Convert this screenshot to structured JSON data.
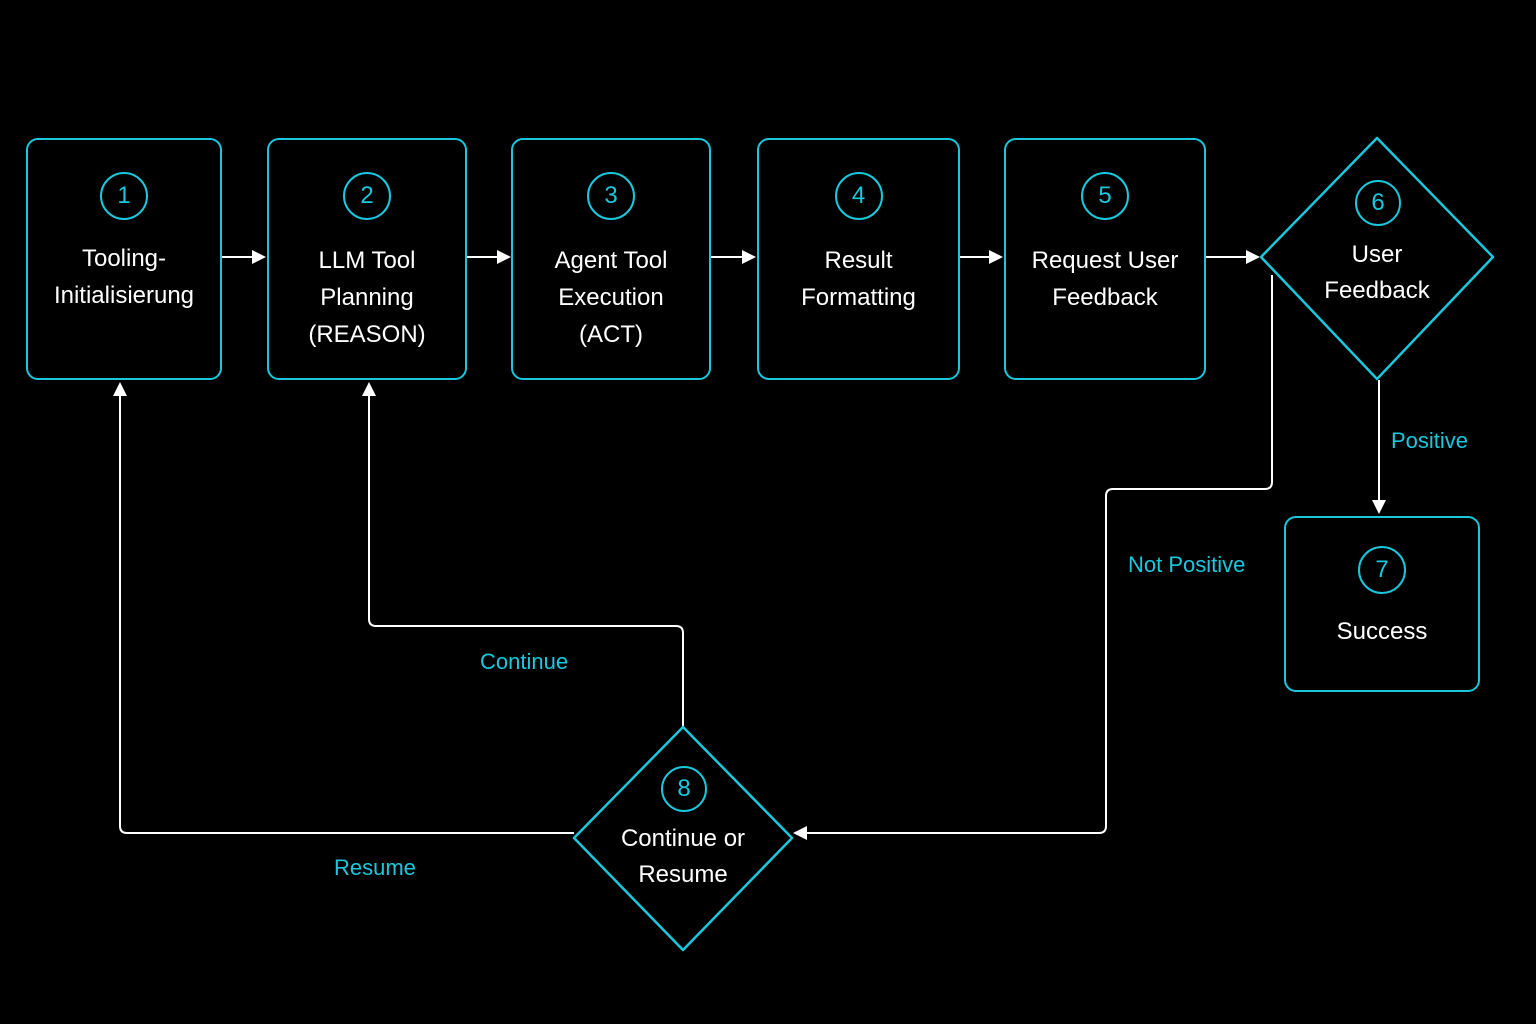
{
  "colors": {
    "background": "#000000",
    "accent": "#19c8dc",
    "text": "#ffffff",
    "connector": "#ffffff"
  },
  "steps": [
    {
      "number": "1",
      "label": "Tooling-\nInitialisierung"
    },
    {
      "number": "2",
      "label": "LLM Tool\nPlanning\n(REASON)"
    },
    {
      "number": "3",
      "label": "Agent Tool\nExecution\n(ACT)"
    },
    {
      "number": "4",
      "label": "Result\nFormatting"
    },
    {
      "number": "5",
      "label": "Request User\nFeedback"
    },
    {
      "number": "6",
      "label": "User\nFeedback"
    },
    {
      "number": "7",
      "label": "Success"
    },
    {
      "number": "8",
      "label": "Continue or\nResume"
    }
  ],
  "edge_labels": {
    "positive": "Positive",
    "not_positive": "Not Positive",
    "continue": "Continue",
    "resume": "Resume"
  }
}
